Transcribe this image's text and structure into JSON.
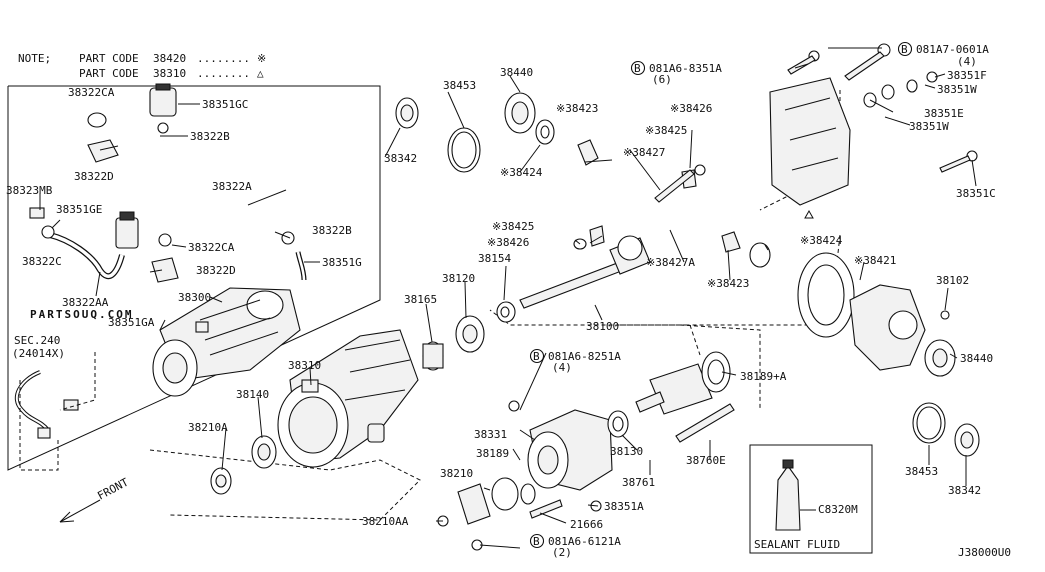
{
  "note": {
    "label": "NOTE;",
    "lines": [
      {
        "text": "PART CODE",
        "code": "38420",
        "dots": "........",
        "symbol": "※"
      },
      {
        "text": "PART CODE",
        "code": "38310",
        "dots": "........",
        "symbol": "△"
      }
    ]
  },
  "watermark": "PARTSOUQ.COM",
  "diagram_id": "J38000U0",
  "sealant": {
    "part": "C8320M",
    "label": "SEALANT FLUID"
  },
  "front_label": "FRONT",
  "sec_ref": {
    "line1": "SEC.240",
    "line2": "(24014X)"
  },
  "bolt_refs": [
    {
      "symbol": "B",
      "code": "081A6-8351A",
      "qty": "(6)"
    },
    {
      "symbol": "B",
      "code": "081A7-0601A",
      "qty": "(4)"
    },
    {
      "symbol": "B",
      "code": "081A6-8251A",
      "qty": "(4)"
    },
    {
      "symbol": "B",
      "code": "081A6-6121A",
      "qty": "(2)"
    }
  ],
  "callouts": [
    "38322CA",
    "38351GC",
    "38322B",
    "38322D",
    "38323MB",
    "38351GE",
    "38322A",
    "38322C",
    "38322B",
    "38322CA",
    "38351G",
    "38322D",
    "38322AA",
    "38300",
    "38351GA",
    "38453",
    "38440",
    "※38423",
    "38342",
    "※38424",
    "※38426",
    "※38425",
    "※38427",
    "※38425",
    "※38426",
    "38154",
    "※38427A",
    "※38424",
    "※38423",
    "※38421",
    "38102",
    "38120",
    "38165",
    "38100",
    "38440",
    "38189+A",
    "38310",
    "38140",
    "38210A",
    "38331",
    "38189",
    "38130",
    "38210",
    "38761",
    "38760E",
    "38351A",
    "21666",
    "38210AA",
    "38453",
    "38342",
    "38351F",
    "38351W",
    "38351E",
    "38351W",
    "38351C"
  ]
}
